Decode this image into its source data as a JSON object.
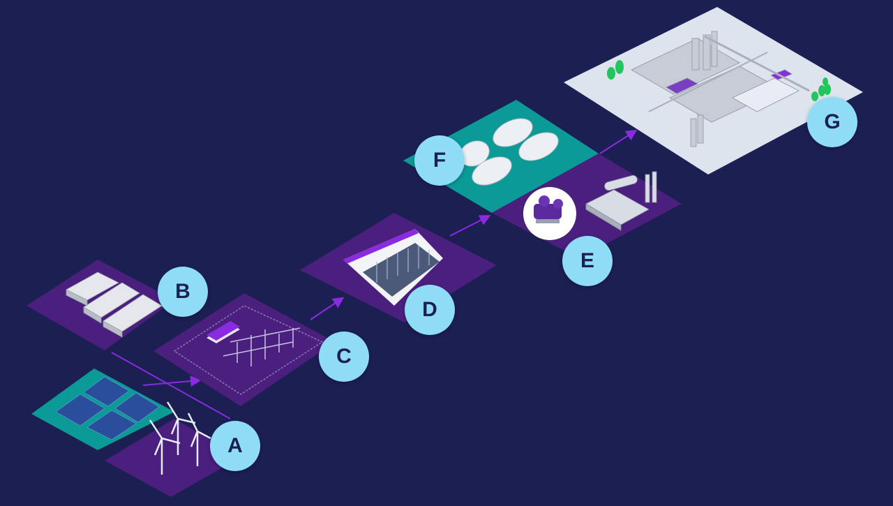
{
  "colors": {
    "background": "#1c1f52",
    "tile_purple": "#4a1f7d",
    "tile_teal": "#0b9a96",
    "tile_light": "#dde4ee",
    "flow_line": "#8a2be2",
    "badge": "#8fdcf7",
    "badge_text": "#1c1f52",
    "tree": "#22c55e"
  },
  "stages": [
    {
      "id": "A",
      "label": "A",
      "icon": "wind-turbine-icon"
    },
    {
      "id": "B",
      "label": "B",
      "icon": "battery-storage-icon"
    },
    {
      "id": "C",
      "label": "C",
      "icon": "substation-icon"
    },
    {
      "id": "D",
      "label": "D",
      "icon": "electrolyzer-hall-icon"
    },
    {
      "id": "E",
      "label": "E",
      "icon": "compressor-icon"
    },
    {
      "id": "F",
      "label": "F",
      "icon": "storage-tank-icon"
    },
    {
      "id": "G",
      "label": "G",
      "icon": "industrial-plant-icon"
    }
  ]
}
